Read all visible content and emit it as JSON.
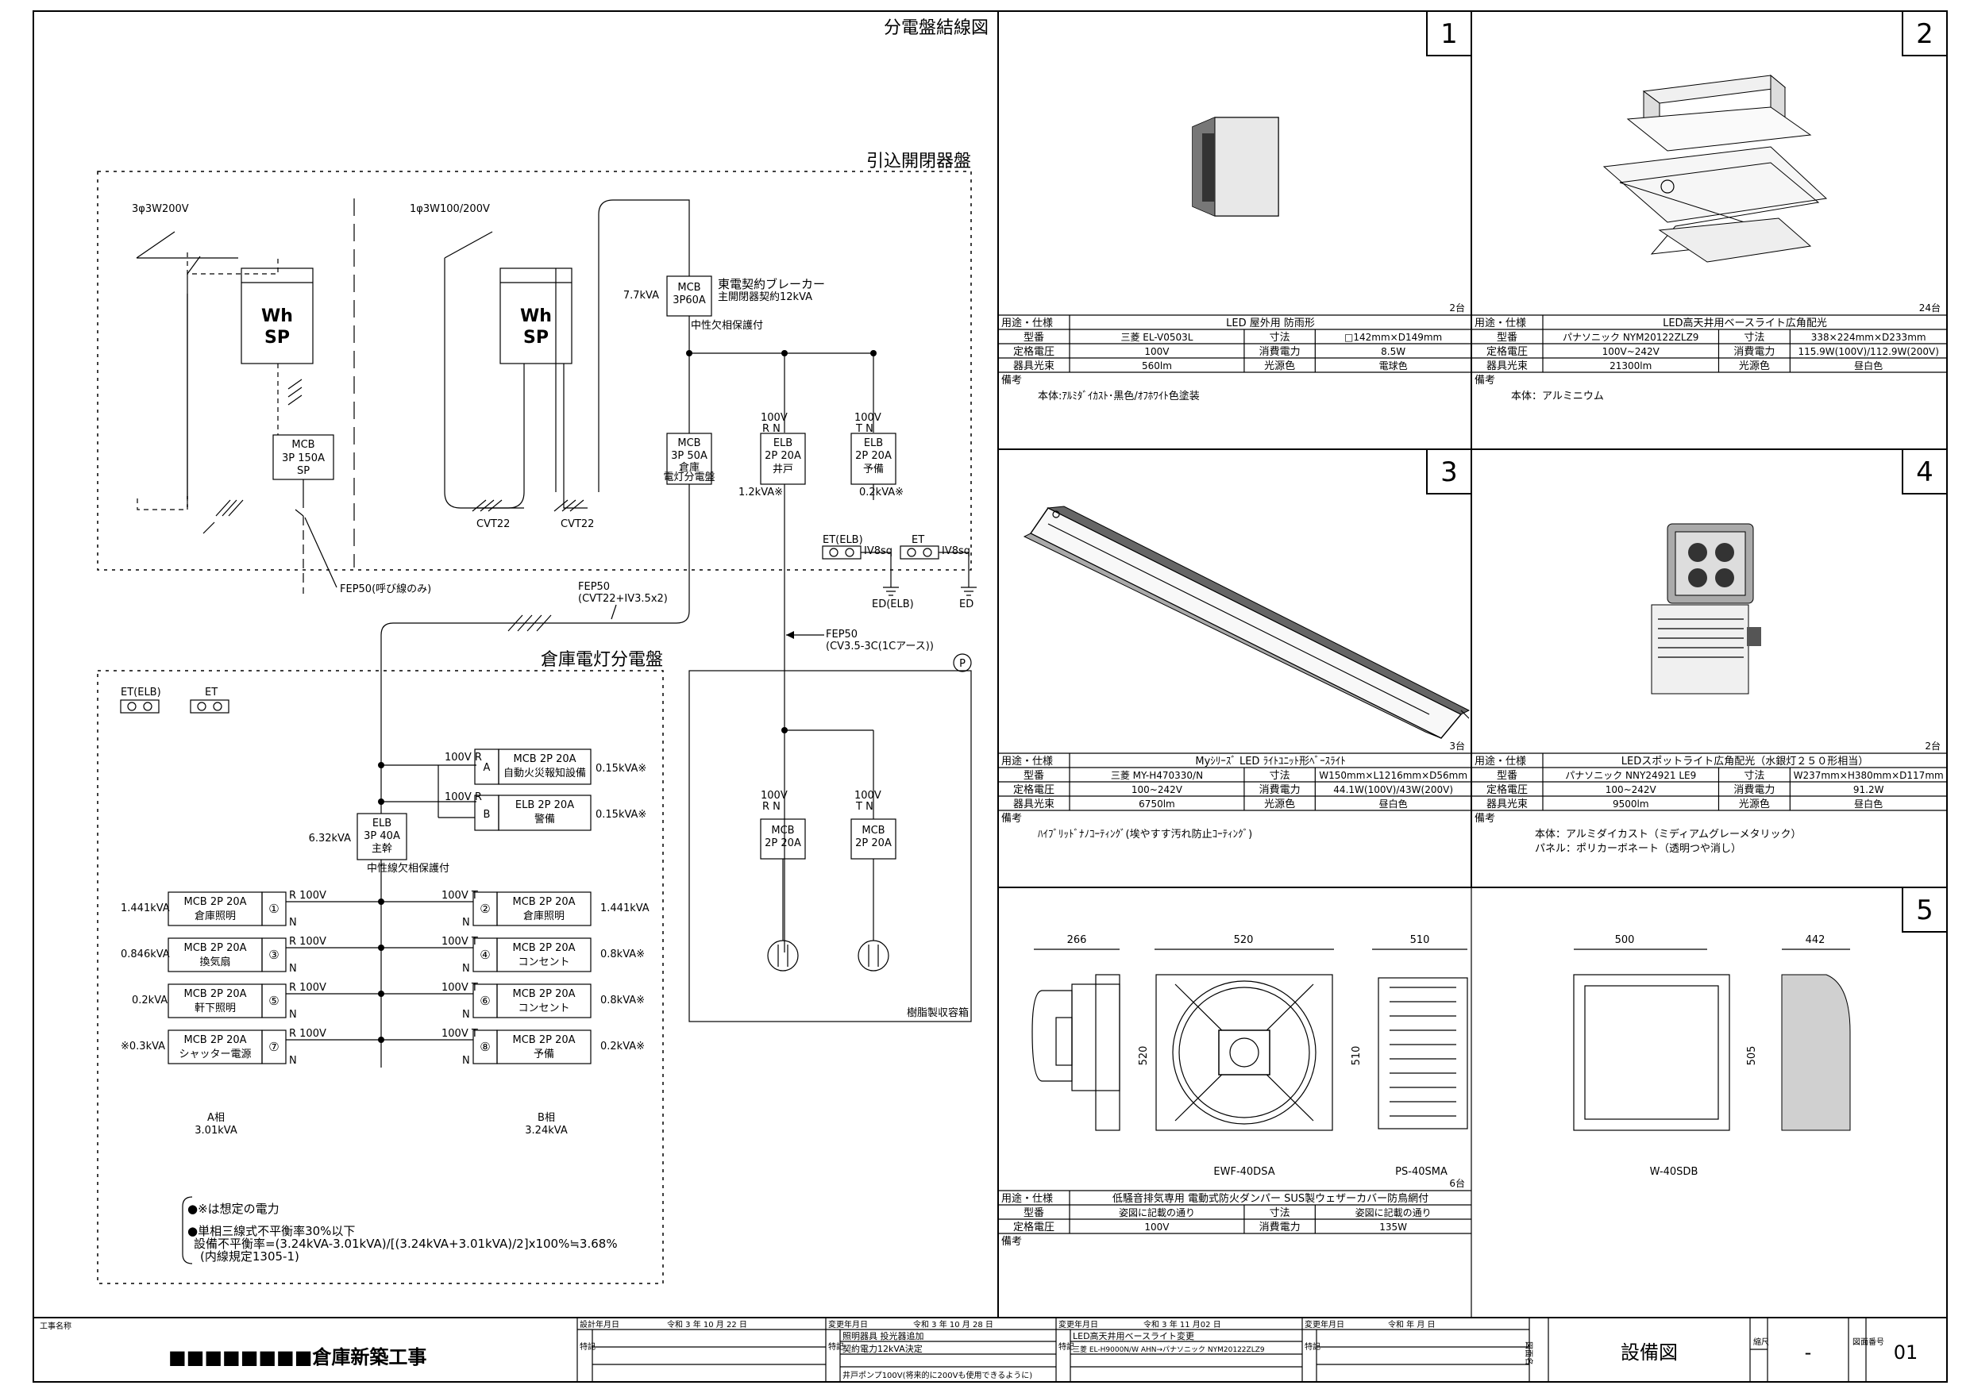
{
  "diagram": {
    "title": "分電盤結線図",
    "intake_panel": {
      "title": "引込開閉器盤",
      "supply_3ph": "3φ3W200V",
      "supply_1ph": "1φ3W100/200V",
      "meter": "Wh\nSP",
      "mcb_150": "MCB\n3P 150A\nSP",
      "cvt_a": "CVT22",
      "cvt_b": "CVT22",
      "main_kva": "7.7kVA",
      "main_mcb": "MCB\n3P60A",
      "main_note1": "東電契約ブレーカー",
      "main_note2": "主開閉器契約12kVA",
      "main_note3": "中性欠相保護付",
      "sub_mcb50": "MCB\n3P 50A",
      "sub_mcb50_note": "倉庫\n電灯分電盤",
      "elb_well_v": "100V",
      "elb_well_rn": "R  N",
      "elb_well": "ELB\n2P 20A",
      "elb_well_note": "井戸",
      "elb_well_kva": "1.2kVA※",
      "elb_spare_v": "100V",
      "elb_spare_tn": "T  N",
      "elb_spare": "ELB\n2P 20A",
      "elb_spare_note": "予備",
      "elb_spare_kva": "0.2kVA※",
      "et_elb": "ET(ELB)",
      "et_elb_wire": "IV8sq",
      "et": "ET",
      "et_wire": "IV8sq",
      "ed_elb": "ED(ELB)",
      "ed": "ED",
      "fep_call": "FEP50(呼び線のみ)",
      "fep_main1": "FEP50",
      "fep_main2": "(CVT22+IV3.5x2)",
      "fep_pump1": "FEP50",
      "fep_pump2": "(CV3.5-3C(1Cアース))"
    },
    "warehouse_panel": {
      "title": "倉庫電灯分電盤",
      "et_elb": "ET(ELB)",
      "et": "ET",
      "main_kva": "6.32kVA",
      "main": "ELB\n3P 40A\n主幹",
      "main_note": "中性線欠相保護付",
      "feed_a": {
        "v": "100V R",
        "tag": "A",
        "mcb": "MCB  2P 20A",
        "name": "自動火災報知設備",
        "kva": "0.15kVA※"
      },
      "feed_b": {
        "v": "100V R",
        "tag": "B",
        "mcb": "ELB  2P 20A",
        "name": "警備",
        "kva": "0.15kVA※"
      },
      "left": [
        {
          "kva": "1.441kVA",
          "mcb": "MCB  2P 20A",
          "name": "倉庫照明",
          "no": "①",
          "ph": "R 100V"
        },
        {
          "kva": "0.846kVA",
          "mcb": "MCB  2P 20A",
          "name": "換気扇",
          "no": "③",
          "ph": "R 100V"
        },
        {
          "kva": "0.2kVA",
          "mcb": "MCB  2P 20A",
          "name": "軒下照明",
          "no": "⑤",
          "ph": "R 100V"
        },
        {
          "kva": "※0.3kVA",
          "mcb": "MCB  2P 20A",
          "name": "シャッター電源",
          "no": "⑦",
          "ph": "R 100V"
        }
      ],
      "right": [
        {
          "no": "②",
          "mcb": "MCB  2P 20A",
          "name": "倉庫照明",
          "kva": "1.441kVA",
          "ph": "100V T"
        },
        {
          "no": "④",
          "mcb": "MCB  2P 20A",
          "name": "コンセント",
          "kva": "0.8kVA※",
          "ph": "100V T"
        },
        {
          "no": "⑥",
          "mcb": "MCB  2P 20A",
          "name": "コンセント",
          "kva": "0.8kVA※",
          "ph": "100V T"
        },
        {
          "no": "⑧",
          "mcb": "MCB  2P 20A",
          "name": "予備",
          "kva": "0.2kVA※",
          "ph": "100V T"
        }
      ],
      "phase_a": "A相\n3.01kVA",
      "phase_b": "B相\n3.24kVA",
      "note1": "●※は想定の電力",
      "note2": "●単相三線式不平衡率30%以下",
      "note3": "設備不平衡率=(3.24kVA-3.01kVA)/[(3.24kVA+3.01kVA)/2]x100%≒3.68%",
      "note4": "(内線規定1305-1)"
    },
    "pump_box": {
      "mark": "P",
      "a_v": "100V",
      "a_rn": "R  N",
      "a_mcb": "MCB\n2P 20A",
      "b_v": "100V",
      "b_tn": "T  N",
      "b_mcb": "MCB\n2P 20A",
      "label": "樹脂製収容箱"
    }
  },
  "equipment": [
    {
      "no": "1",
      "qty": "2台",
      "rows": [
        [
          "用途・仕様",
          "LED  屋外用  防雨形"
        ],
        [
          "型番",
          "三菱  EL-V0503L",
          "寸法",
          "□142mm×D149mm"
        ],
        [
          "定格電圧",
          "100V",
          "消費電力",
          "8.5W"
        ],
        [
          "器具光束",
          "560lm",
          "光源色",
          "電球色"
        ]
      ],
      "remark_label": "備考",
      "remark": "本体:ｱﾙﾐﾀﾞｲｶｽﾄ･黒色/ｵﾌﾎﾜｲﾄ色塗装"
    },
    {
      "no": "2",
      "qty": "24台",
      "rows": [
        [
          "用途・仕様",
          "LED高天井用ベースライト広角配光"
        ],
        [
          "型番",
          "パナソニック NYM20122ZLZ9",
          "寸法",
          "338×224mm×D233mm"
        ],
        [
          "定格電圧",
          "100V~242V",
          "消費電力",
          "115.9W(100V)/112.9W(200V)"
        ],
        [
          "器具光束",
          "21300lm",
          "光源色",
          "昼白色"
        ]
      ],
      "remark_label": "備考",
      "remark": "本体：アルミニウム"
    },
    {
      "no": "3",
      "qty": "3台",
      "rows": [
        [
          "用途・仕様",
          "Myｼﾘｰｽﾞ LED ﾗｲﾄﾕﾆｯﾄ形ﾍﾞｰｽﾗｲﾄ"
        ],
        [
          "型番",
          "三菱 MY-H470330/N",
          "寸法",
          "W150mm×L1216mm×D56mm"
        ],
        [
          "定格電圧",
          "100~242V",
          "消費電力",
          "44.1W(100V)/43W(200V)"
        ],
        [
          "器具光束",
          "6750lm",
          "光源色",
          "昼白色"
        ]
      ],
      "remark_label": "備考",
      "remark": "ﾊｲﾌﾞﾘｯﾄﾞﾅﾉｺｰﾃｨﾝｸﾞ(埃やすす汚れ防止ｺｰﾃｨﾝｸﾞ)"
    },
    {
      "no": "4",
      "qty": "2台",
      "rows": [
        [
          "用途・仕様",
          "LEDスポットライト広角配光（水銀灯２５０形相当）"
        ],
        [
          "型番",
          "パナソニック  NNY24921 LE9",
          "寸法",
          "W237mm×H380mm×D117mm"
        ],
        [
          "定格電圧",
          "100~242V",
          "消費電力",
          "91.2W"
        ],
        [
          "器具光束",
          "9500lm",
          "光源色",
          "昼白色"
        ]
      ],
      "remark_label": "備考",
      "remark": "本体：アルミダイカスト（ミディアムグレーメタリック）",
      "remark2": "パネル：ポリカーボネート（透明つや消し）"
    },
    {
      "no": "5",
      "qty": "6台",
      "dims": [
        "266",
        "520",
        "510",
        "500",
        "442",
        "520",
        "510",
        "505"
      ],
      "models": [
        "EWF-40DSA",
        "PS-40SMA",
        "W-40SDB"
      ],
      "rows": [
        [
          "用途・仕様",
          "低騒音排気専用  電動式防火ダンパー  SUS製ウェザーカバー防鳥網付"
        ],
        [
          "型番",
          "姿図に記載の通り",
          "寸法",
          "姿図に記載の通り"
        ],
        [
          "定格電圧",
          "100V",
          "消費電力",
          "135W"
        ]
      ],
      "remark_label": "備考"
    }
  ],
  "title_block": {
    "project_label": "工事名称",
    "project": "■■■■■■■■倉庫新築工事",
    "design_date_label": "設計年月日",
    "design_date": "令和  3  年 10  月 22  日",
    "rev1_label": "変更年月日",
    "rev1_date": "令和  3  年 10 月 28  日",
    "rev1_l1": "照明器具  投光器追加",
    "rev1_l2": "契約電力12kVA決定",
    "rev1_l3": "井戸ポンプ100V(将来的に200Vも使用できるように)",
    "rev2_label": "変更年月日",
    "rev2_date": "令和  3  年 11 月02  日",
    "rev2_l1": "LED高天井用ベースライト変更",
    "rev2_l2": "三菱 EL-H9000N/W AHN→パナソニック NYM20122ZLZ9",
    "rev3_label": "変更年月日",
    "rev3_date": "令和      年      月      日",
    "special_label": "特記",
    "drawing_label": "図面名",
    "drawing": "設備図",
    "scale_label": "縮尺",
    "scale": "-",
    "number_label": "図面番号",
    "number": "01"
  }
}
